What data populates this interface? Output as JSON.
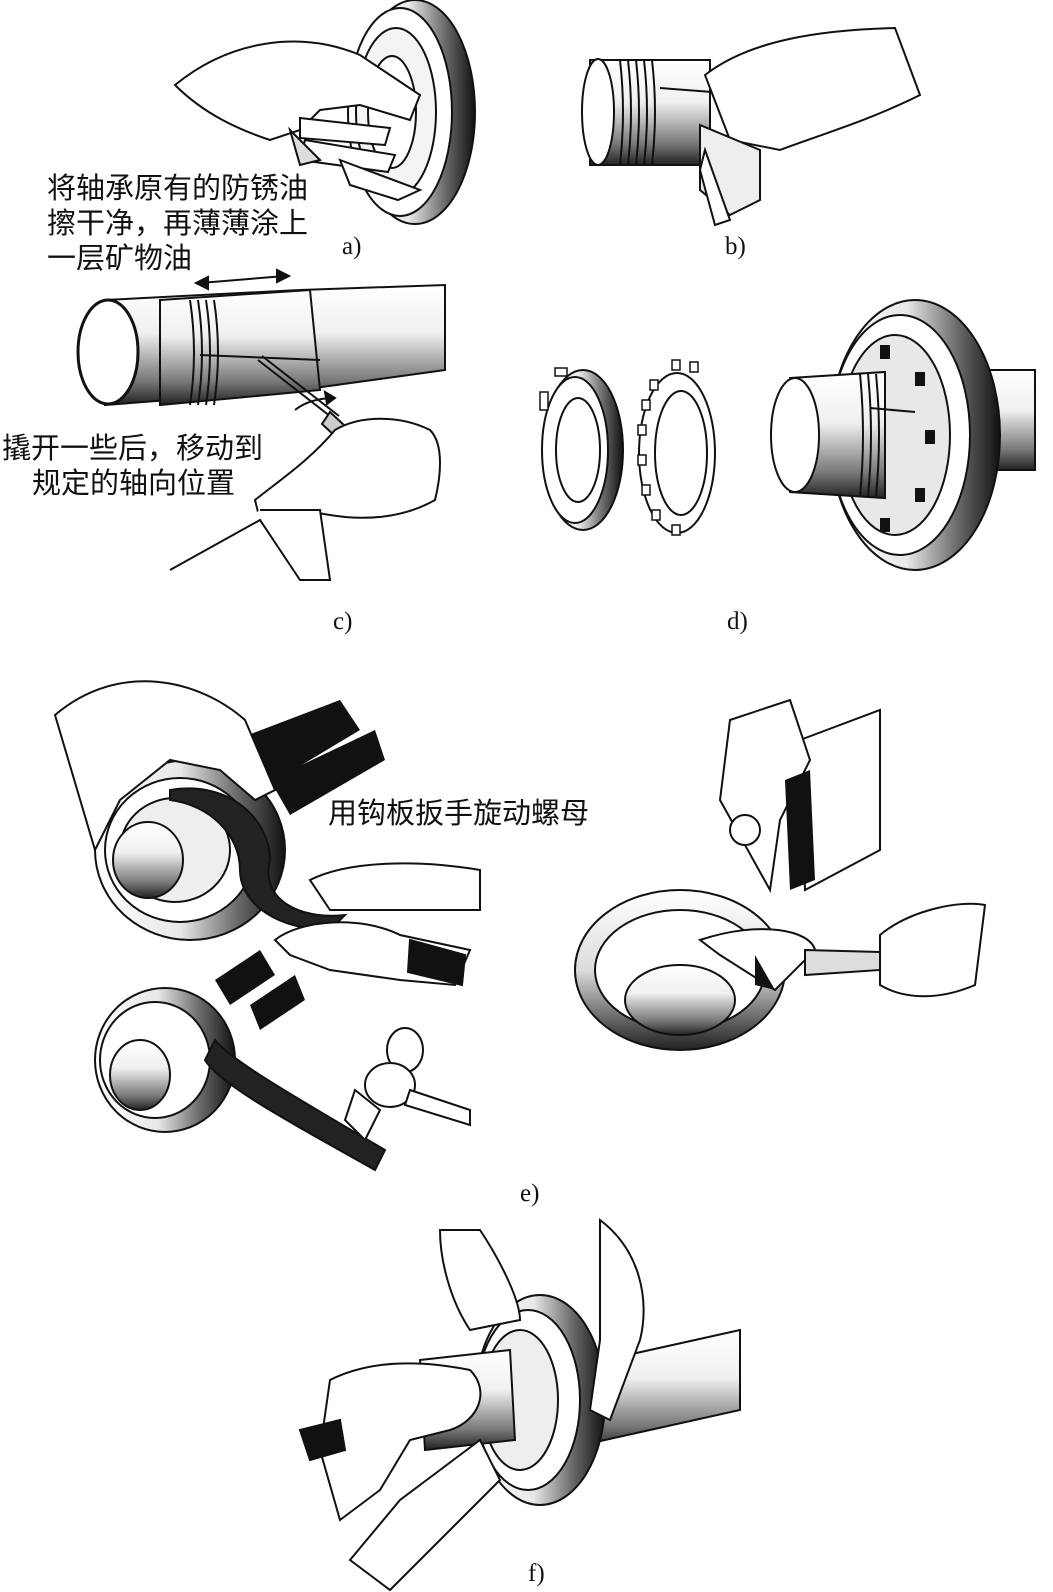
{
  "annotations": {
    "a_text": [
      "将轴承原有的防锈油",
      "擦干净，再薄薄涂上",
      "一层矿物油"
    ],
    "c_text": [
      "撬开一些后，移动到",
      "规定的轴向位置"
    ],
    "e_text": "用钩板扳手旋动螺母"
  },
  "panel_labels": {
    "a": "a)",
    "b": "b)",
    "c": "c)",
    "d": "d)",
    "e": "e)",
    "f": "f)"
  }
}
